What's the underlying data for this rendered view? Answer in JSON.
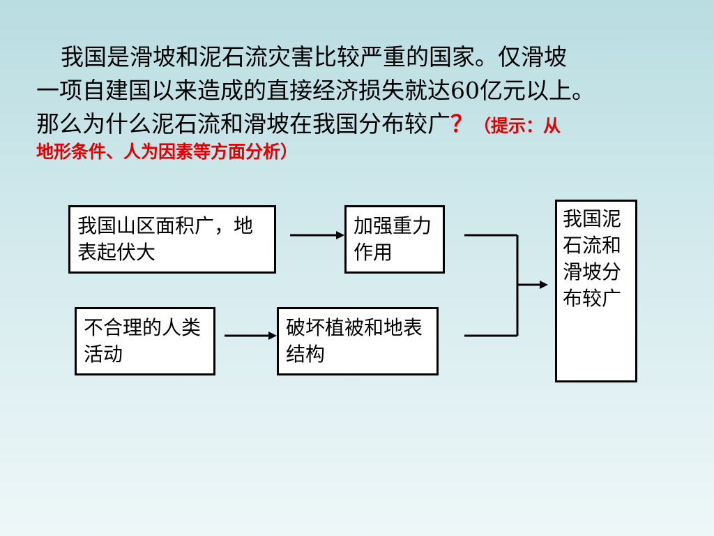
{
  "paragraph": {
    "line1": "我国是滑坡和泥石流灾害比较严重的国家。仅滑坡",
    "line2": "一项自建国以来造成的直接经济损失就达60亿元以上。",
    "line3": "那么为什么泥石流和滑坡在我国分布较广",
    "question_mark": "？",
    "hint_part1": "（提示：从",
    "hint_part2": "地形条件、人为因素等方面分析）"
  },
  "diagram": {
    "box_terrain": "我国山区面积广，地表起伏大",
    "box_gravity": "加强重力作用",
    "box_human": "不合理的人类活动",
    "box_destroy": "破坏植被和地表结构",
    "box_result": "我国泥石流和滑坡分布较广"
  }
}
